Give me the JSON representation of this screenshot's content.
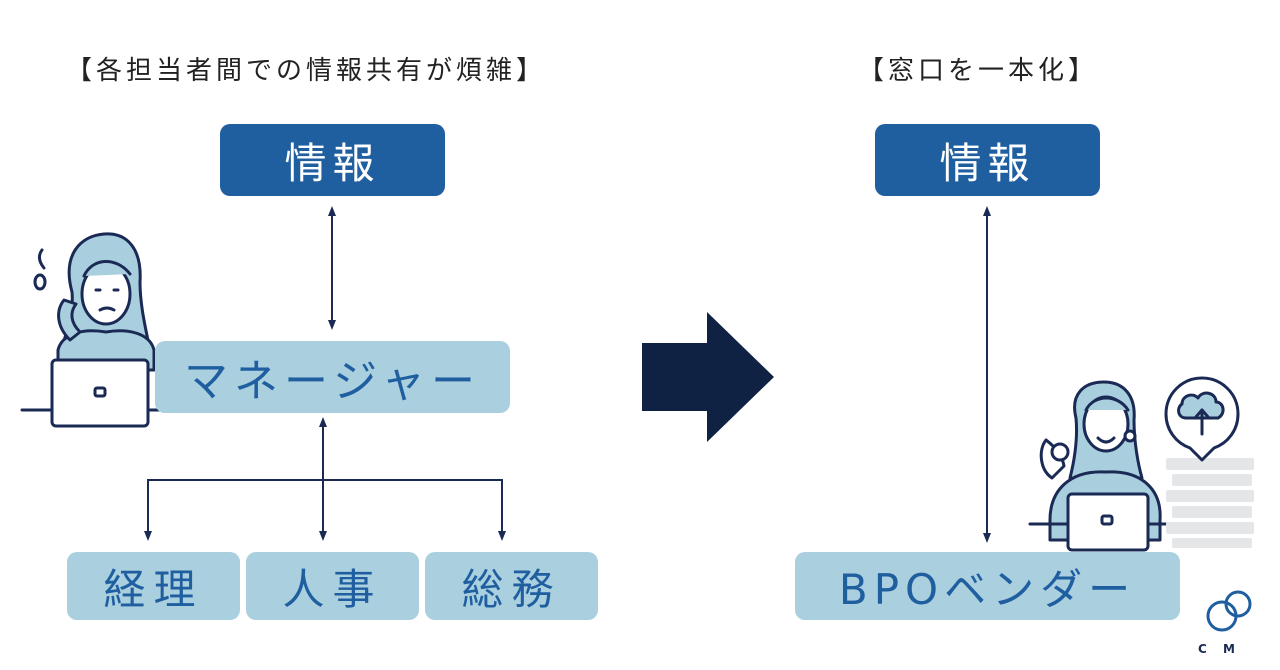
{
  "left_panel": {
    "heading": "【各担当者間での情報共有が煩雑】",
    "info_label": "情報",
    "manager_label": "マネージャー",
    "departments": [
      {
        "label": "経理"
      },
      {
        "label": "人事"
      },
      {
        "label": "総務"
      }
    ]
  },
  "right_panel": {
    "heading": "【窓口を一本化】",
    "info_label": "情報",
    "vendor_label": "BPOベンダー"
  },
  "logo": {
    "text": "C M"
  },
  "colors": {
    "dark_blue": "#1f5fa0",
    "light_blue": "#aacfdf",
    "arrow_navy": "#0f2244",
    "line": "#1a2a55",
    "skin_hair": "#a9cfdf"
  },
  "icons": {
    "worried_person": "person-on-phone-with-laptop-icon",
    "ok_person": "person-ok-gesture-with-laptop-icon",
    "cloud_upload": "cloud-upload-icon",
    "documents": "document-stack-icon",
    "big_arrow": "right-arrow-icon"
  }
}
